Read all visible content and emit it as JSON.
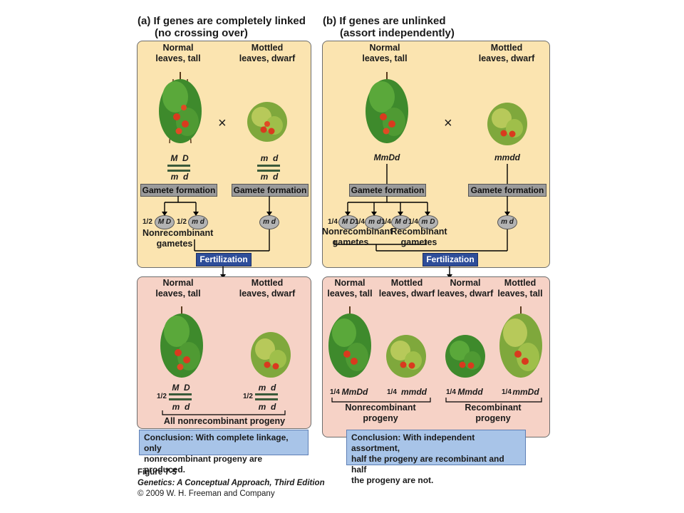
{
  "panel_a": {
    "title_line1": "(a)  If genes are completely linked",
    "title_line2": "      (no crossing over)",
    "parent_left_line1": "Normal",
    "parent_left_line2": "leaves, tall",
    "parent_right_line1": "Mottled",
    "parent_right_line2": "leaves, dwarf",
    "cross_symbol": "×",
    "left_chrom_top": [
      "M",
      "D"
    ],
    "left_chrom_bottom": [
      "m",
      "d"
    ],
    "right_chrom_top": [
      "m",
      "d"
    ],
    "right_chrom_bottom": [
      "m",
      "d"
    ],
    "gamete_formation": "Gamete formation",
    "gamete_fraction": "1/2",
    "gamete_1": "M D",
    "gamete_2": "m d",
    "gamete_right": "m d",
    "nonrecombinant_line1": "Nonrecombinant",
    "nonrecombinant_line2": "gametes",
    "fertilization": "Fertilization",
    "progeny_left_line1": "Normal",
    "progeny_left_line2": "leaves, tall",
    "progeny_right_line1": "Mottled",
    "progeny_right_line2": "leaves, dwarf",
    "progeny_fraction": "1/2",
    "progeny_left_top": [
      "M",
      "D"
    ],
    "progeny_left_bottom": [
      "m",
      "d"
    ],
    "progeny_right_top": [
      "m",
      "d"
    ],
    "progeny_right_bottom": [
      "m",
      "d"
    ],
    "all_nonrecombinant": "All nonrecombinant progeny",
    "conclusion_line1": "Conclusion: With complete linkage, only",
    "conclusion_line2": "nonrecombinant progeny are produced."
  },
  "panel_b": {
    "title_line1": "(b)  If genes are unlinked",
    "title_line2": "      (assort independently)",
    "parent_left_line1": "Normal",
    "parent_left_line2": "leaves, tall",
    "parent_right_line1": "Mottled",
    "parent_right_line2": "leaves, dwarf",
    "cross_symbol": "×",
    "parent_left_genotype": "MmDd",
    "parent_right_genotype": "mmdd",
    "gamete_formation": "Gamete formation",
    "gamete_fraction": "1/4",
    "gametes": [
      "M D",
      "m d",
      "M d",
      "m D"
    ],
    "gamete_right": "m d",
    "nonrecombinant_line1": "Nonrecombinant",
    "nonrecombinant_line2": "gametes",
    "recombinant_line1": "Recombinant",
    "recombinant_line2": "gametes",
    "fertilization": "Fertilization",
    "progeny_labels": [
      [
        "Normal",
        "leaves, tall"
      ],
      [
        "Mottled",
        "leaves, dwarf"
      ],
      [
        "Normal",
        "leaves, dwarf"
      ],
      [
        "Mottled",
        "leaves, tall"
      ]
    ],
    "progeny_fraction": "1/4",
    "progeny_genotypes": [
      "MmDd",
      "mmdd",
      "Mmdd",
      "mmDd"
    ],
    "nonrecombinant_progeny_line1": "Nonrecombinant",
    "nonrecombinant_progeny_line2": "progeny",
    "recombinant_progeny_line1": "Recombinant",
    "recombinant_progeny_line2": "progeny",
    "conclusion_line1": "Conclusion: With independent assortment,",
    "conclusion_line2": "half the progeny are recombinant and half",
    "conclusion_line3": "the progeny are not."
  },
  "caption": {
    "figure": "Figure 7-5",
    "book": "Genetics: A Conceptual Approach, Third Edition",
    "copyright": "© 2009 W. H. Freeman and Company"
  },
  "colors": {
    "parent_panel": "#fbe4b0",
    "progeny_panel": "#f6d2c6",
    "fertilization": "#2e4d99",
    "conclusion": "#a8c4e8",
    "gamete_box": "#9b9b9b"
  }
}
